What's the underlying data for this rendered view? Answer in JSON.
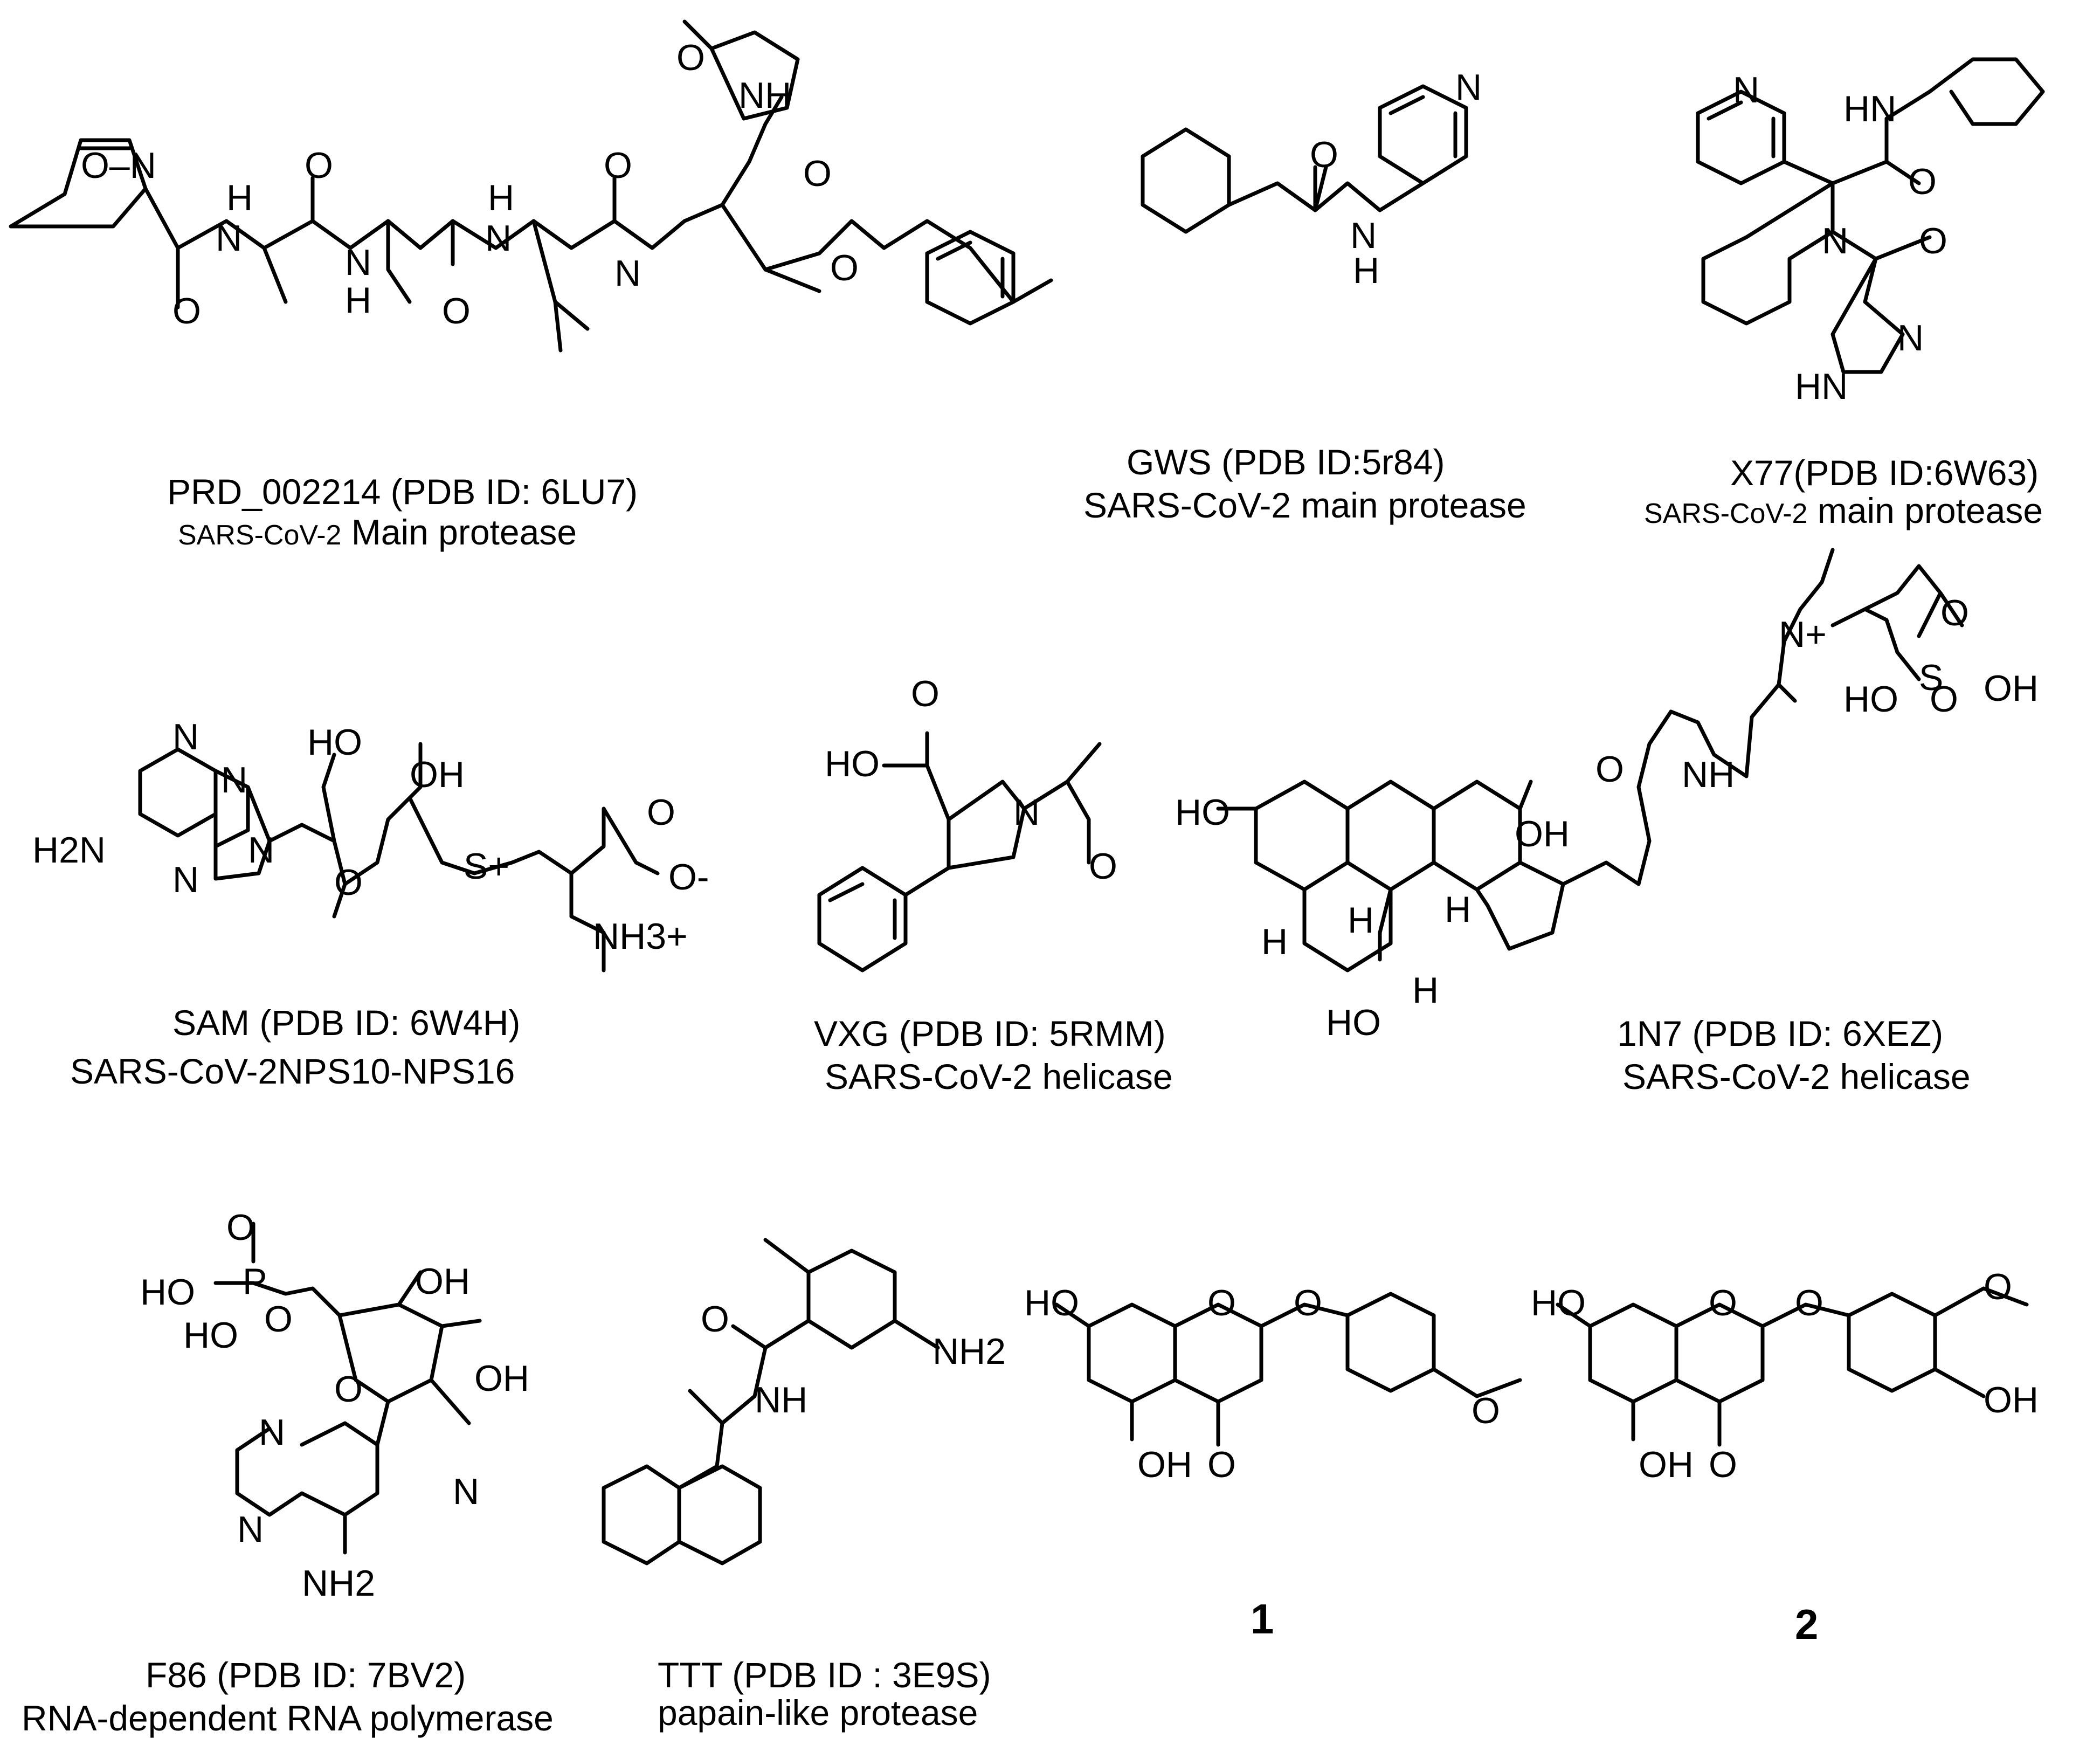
{
  "compounds": [
    {
      "name_line": "PRD_002214 (PDB ID: 6LU7)",
      "target_prefix": "SARS-CoV-2",
      "target_suffix": " Main protease"
    },
    {
      "name_line": "GWS (PDB ID:5r84)",
      "target": "SARS-CoV-2 main protease"
    },
    {
      "name_line": "X77(PDB ID:6W63)",
      "target_prefix": "SARS-CoV-2",
      "target_suffix": " main protease"
    },
    {
      "name_line": "SAM (PDB ID: 6W4H)",
      "target": "SARS-CoV-2NPS10-NPS16"
    },
    {
      "name_line": "VXG (PDB ID: 5RMM)",
      "target": "SARS-CoV-2 helicase"
    },
    {
      "name_line": "1N7 (PDB ID: 6XEZ)",
      "target": "SARS-CoV-2 helicase"
    },
    {
      "name_line": "F86 (PDB ID: 7BV2)",
      "target": "RNA-dependent RNA polymerase"
    },
    {
      "name_line": "TTT (PDB ID : 3E9S)",
      "target": "papain-like protease"
    },
    {
      "name_line": "1"
    },
    {
      "name_line": "2"
    }
  ],
  "atom_labels": {
    "O": "O",
    "N": "N",
    "H": "H",
    "NH": "NH",
    "HN": "HN",
    "OH": "OH",
    "HO": "HO",
    "H2N": "H2N",
    "NH2": "NH2",
    "NH3plus": "NH3+",
    "S": "S",
    "Splus": "S+",
    "Nplus": "N+",
    "P": "P",
    "Ominus": "O-",
    "O_N": "O–N"
  }
}
